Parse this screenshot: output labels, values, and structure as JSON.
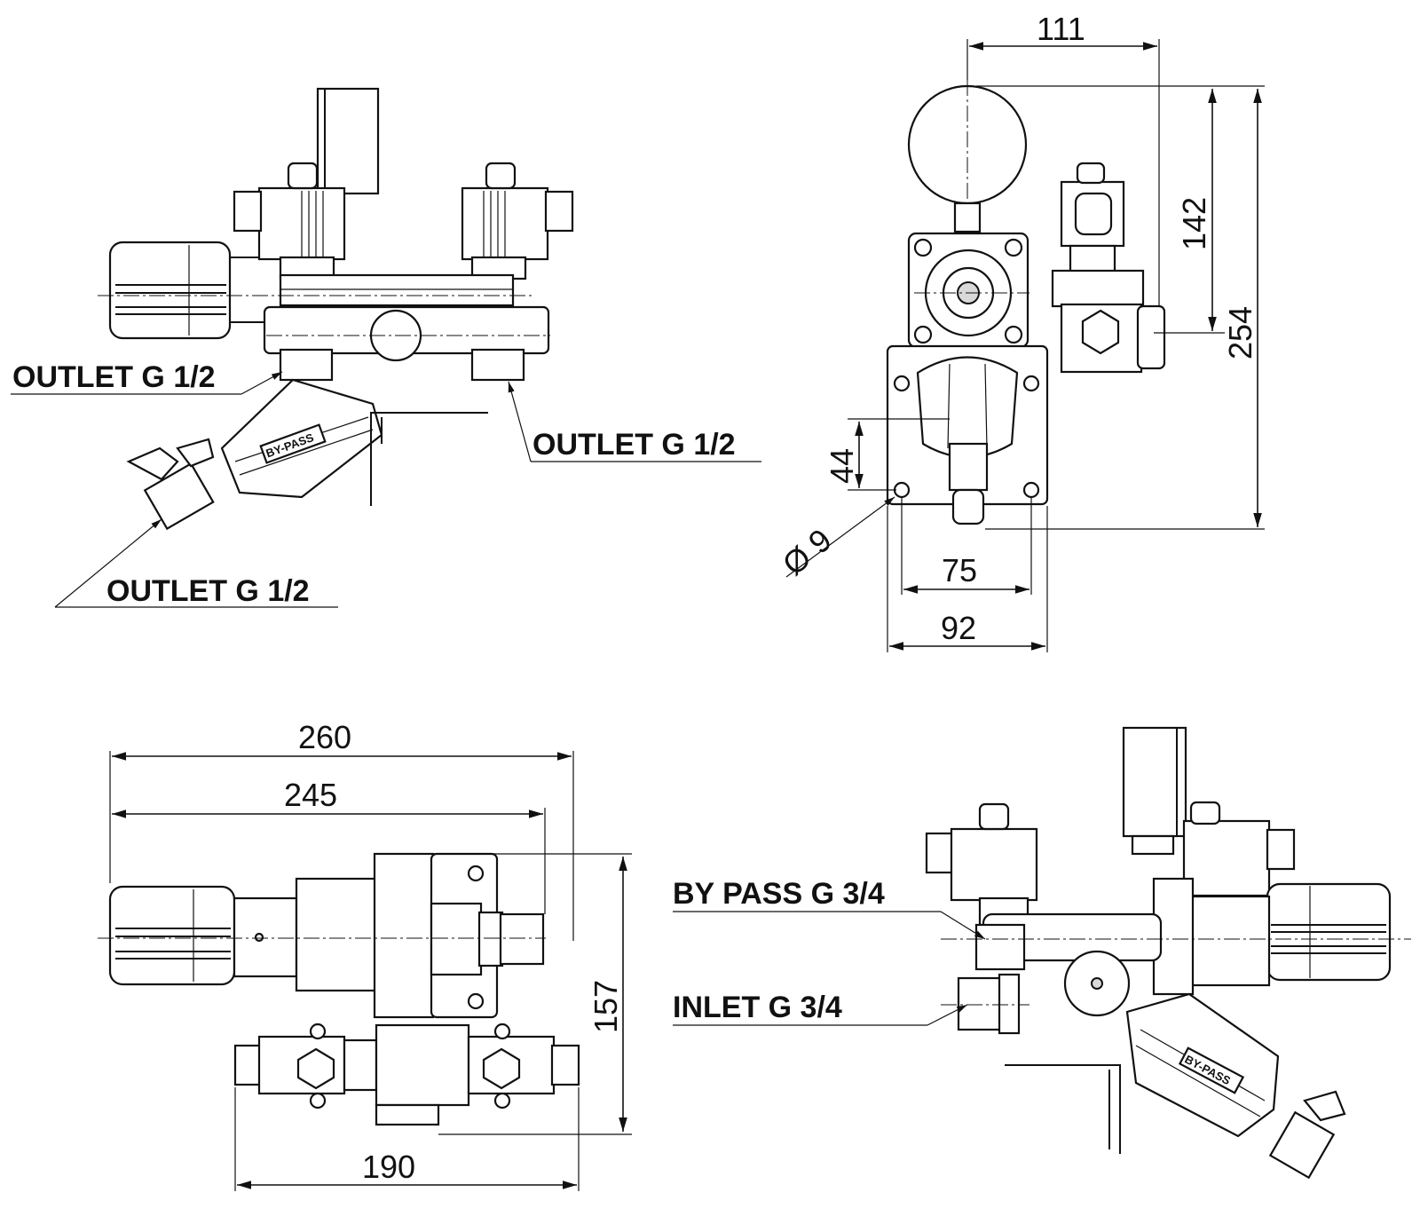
{
  "labels": {
    "outlet_top_left": "OUTLET G 1/2",
    "outlet_right": "OUTLET G 1/2",
    "outlet_bottom_left": "OUTLET G 1/2",
    "bypass": "BY PASS G 3/4",
    "inlet": "INLET G 3/4",
    "bypass_tag_1": "BY-PASS",
    "bypass_tag_2": "BY-PASS"
  },
  "dimensions": {
    "d111": "111",
    "d142": "142",
    "d254": "254",
    "d44": "44",
    "d9": "Ø 9",
    "d75": "75",
    "d92": "92",
    "d260": "260",
    "d245": "245",
    "d157": "157",
    "d190": "190"
  }
}
